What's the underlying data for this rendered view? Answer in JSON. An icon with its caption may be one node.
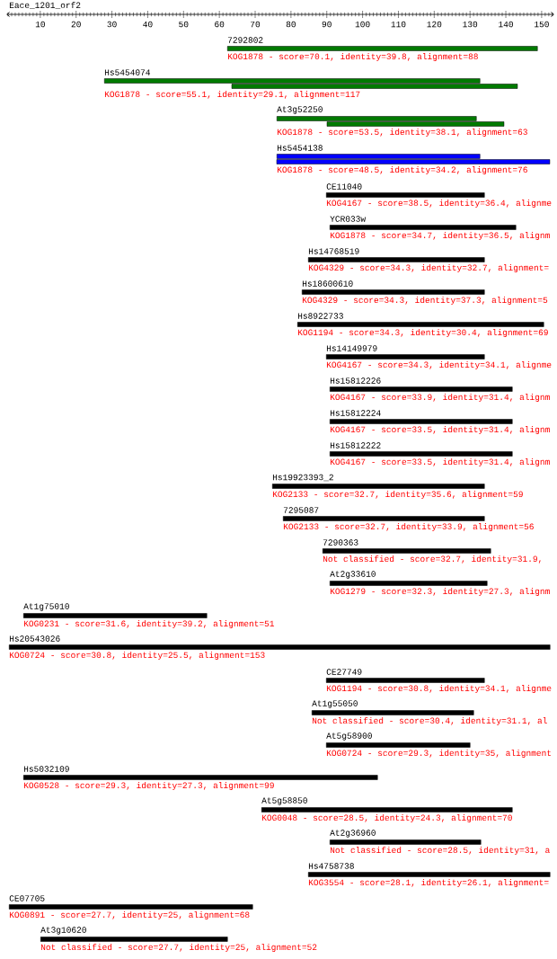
{
  "diagram": {
    "title": "Eace_1201_orf2",
    "nodes": [
      {
        "text": [
          "7292802",
          "KOG1878 - score=70.1, identity=39.8, alignment=88"
        ]
      },
      {
        "text": [
          "Hs5454074",
          "KOG1878 - score=55.1, identity=29.1, alignment=117"
        ]
      },
      {
        "text": [
          "At3g52250",
          "KOG1878 - score=53.5, identity=38.1, alignment=63"
        ]
      },
      {
        "text": [
          "Hs5454138",
          "KOG1878 - score=48.5, identity=34.2, alignment=76"
        ]
      },
      {
        "text": [
          "CE11040",
          "KOG4167 - score=38.5, identity=36.4, alignme"
        ]
      },
      {
        "text": [
          "YCR033w",
          "KOG1878 - score=34.7, identity=36.5, alignm"
        ]
      },
      {
        "text": [
          "Hs14768519",
          "KOG4329 - score=34.3, identity=32.7, alignment="
        ]
      },
      {
        "text": [
          "Hs18600610",
          "KOG4329 - score=34.3, identity=37.3, alignment=5"
        ]
      },
      {
        "text": [
          "Hs8922733",
          "KOG1194 - score=34.3, identity=30.4, alignment=69"
        ]
      },
      {
        "text": [
          "Hs14149979",
          "KOG4167 - score=34.3, identity=34.1, alignme"
        ]
      },
      {
        "text": [
          "Hs15812226",
          "KOG4167 - score=33.9, identity=31.4, alignm"
        ]
      },
      {
        "text": [
          "Hs15812224",
          "KOG4167 - score=33.5, identity=31.4, alignm"
        ]
      },
      {
        "text": [
          "Hs15812222",
          "KOG4167 - score=33.5, identity=31.4, alignm"
        ]
      },
      {
        "text": [
          "Hs19923393_2",
          "KOG2133 - score=32.7, identity=35.6, alignment=59"
        ]
      },
      {
        "text": [
          "7295087",
          "KOG2133 - score=32.7, identity=33.9, alignment=56"
        ]
      },
      {
        "text": [
          "7290363",
          "Not classified - score=32.7, identity=31.9,"
        ]
      },
      {
        "text": [
          "At2g33610",
          "KOG1279 - score=32.3, identity=27.3, alignm"
        ]
      },
      {
        "text": [
          "At1g75010",
          "KOG0231 - score=31.6, identity=39.2, alignment=51"
        ]
      },
      {
        "text": [
          "Hs20543026",
          "KOG0724 - score=30.8, identity=25.5, alignment=153"
        ]
      },
      {
        "text": [
          "CE27749",
          "KOG1194 - score=30.8, identity=34.1, alignme"
        ]
      },
      {
        "text": [
          "At1g55050",
          "Not classified - score=30.4, identity=31.1, al"
        ]
      },
      {
        "text": [
          "At5g58900",
          "KOG0724 - score=29.3, identity=35, alignment"
        ]
      },
      {
        "text": [
          "Hs5032109",
          "KOG0528 - score=29.3, identity=27.3, alignment=99"
        ]
      },
      {
        "text": [
          "At5g58850",
          "KOG0048 - score=28.5, identity=24.3, alignment=70"
        ]
      },
      {
        "text": [
          "At2g36960",
          "Not classified - score=28.5, identity=31, a"
        ]
      },
      {
        "text": [
          "Hs4758738",
          "KOG3554 - score=28.1, identity=26.1, alignment="
        ]
      },
      {
        "text": [
          "CE07705",
          "KOG0891 - score=27.7, identity=25, alignment=68"
        ]
      },
      {
        "text": [
          "At3g10620",
          "Not classified - score=27.7, identity=25, alignment=52"
        ]
      }
    ],
    "labels": [
      "10",
      "20",
      "30",
      "40",
      "50",
      "60",
      "70",
      "80",
      "90",
      "100",
      "110",
      "120",
      "130",
      "140",
      "150"
    ]
  }
}
